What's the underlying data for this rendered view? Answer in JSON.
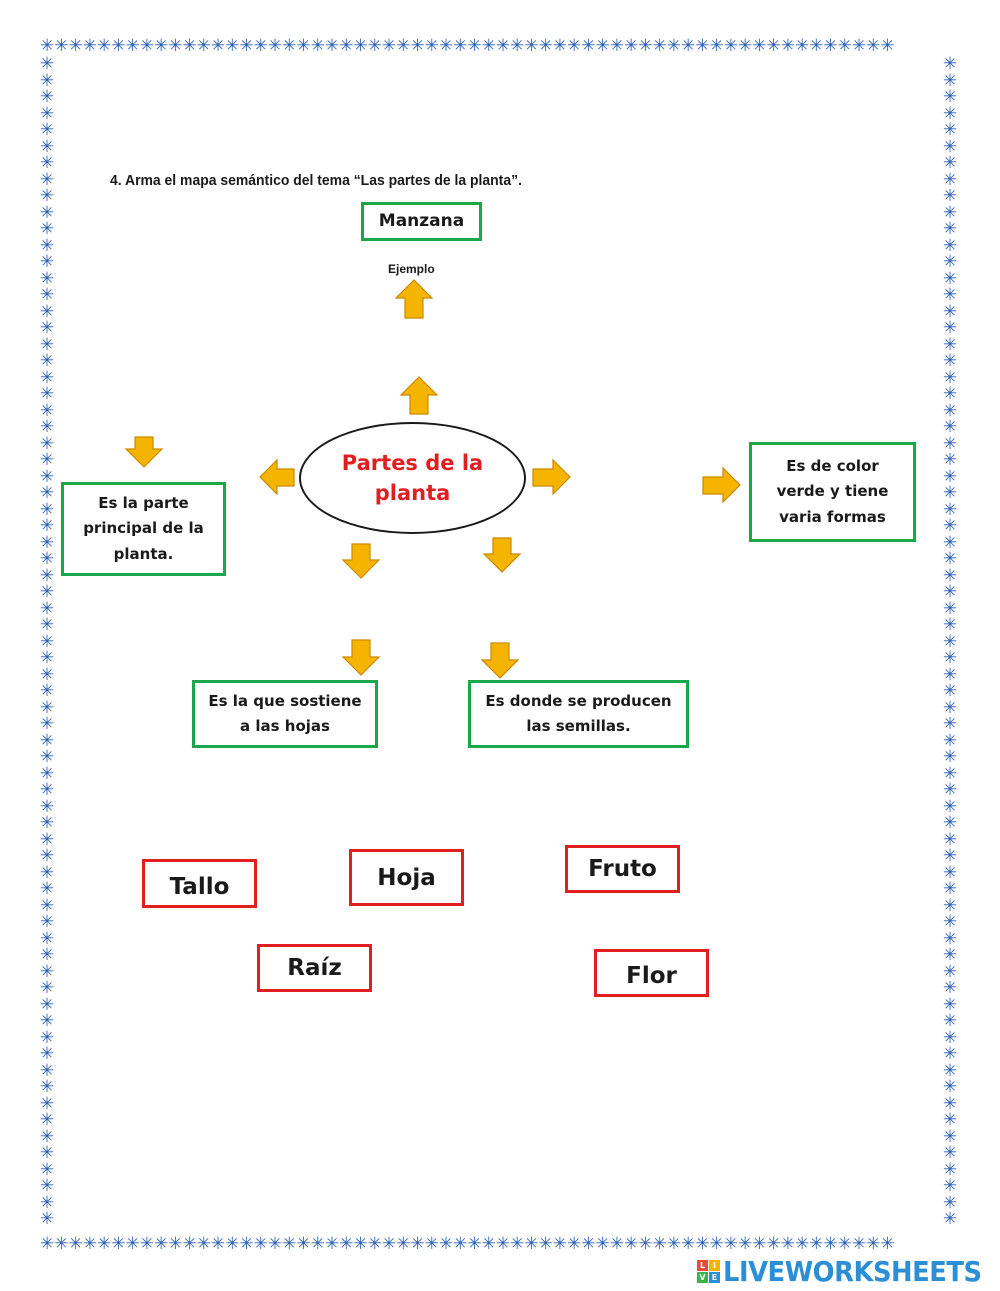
{
  "question": "4.   Arma el mapa semántico del tema “Las partes de la planta”.",
  "center": {
    "line1": "Partes de la",
    "line2": "planta"
  },
  "example_label": "Ejemplo",
  "boxes": {
    "top": "Manzana",
    "left": {
      "line1": "Es la parte",
      "line2": "principal de la",
      "line3": "planta."
    },
    "right": {
      "line1": "Es de color",
      "line2": "verde y tiene",
      "line3": "varia formas"
    },
    "bottom_left": {
      "line1": "Es la que sostiene",
      "line2": "a las hojas"
    },
    "bottom_right": {
      "line1": "Es donde se producen",
      "line2": "las semillas."
    }
  },
  "answers": [
    "Tallo",
    "Hoja",
    "Fruto",
    "Raíz",
    "Flor"
  ],
  "logo": {
    "text": "LIVEWORKSHEETS",
    "letters": [
      "L",
      "I",
      "V",
      "E"
    ]
  },
  "colors": {
    "border": "#2a5fb3",
    "green_box": "#1aa64a",
    "red_box": "#e02020",
    "arrow": "#f5b400",
    "logo": "#2c8fd6"
  }
}
